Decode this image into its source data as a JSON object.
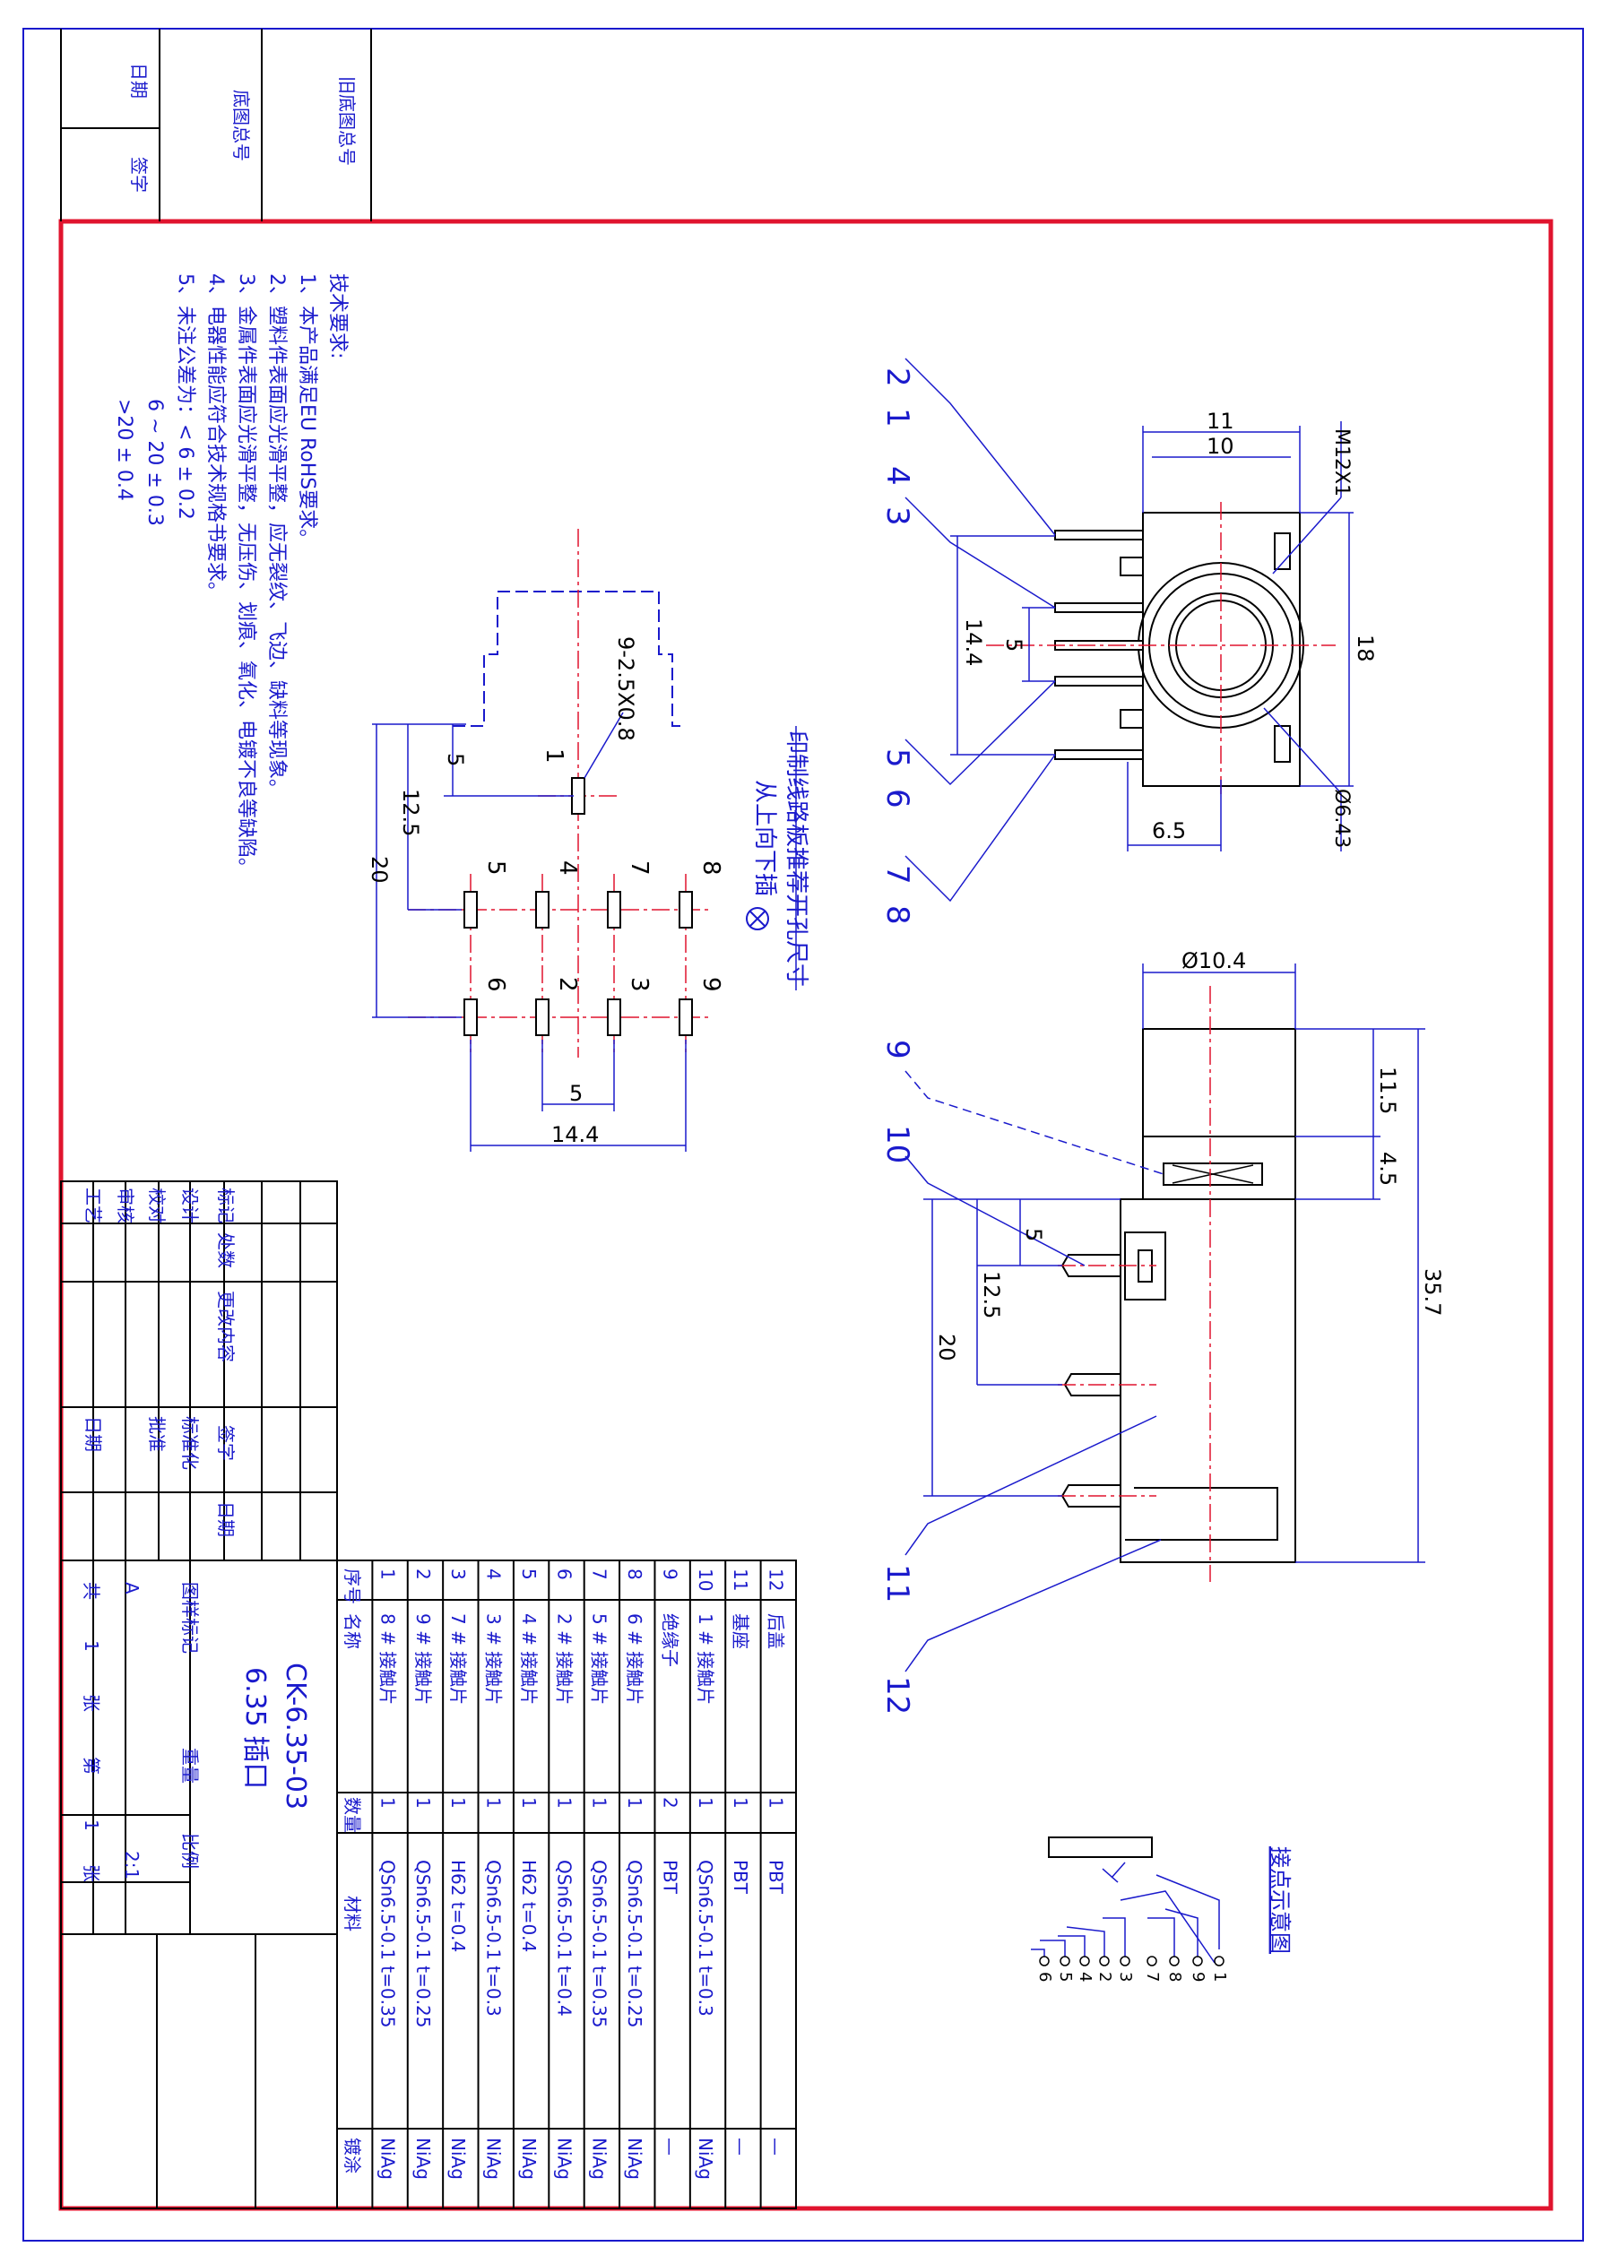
{
  "colors": {
    "frame": "#1a1acc",
    "border": "#e0142e",
    "outline": "#000000",
    "centerline": "#e0142e"
  },
  "top_cells": {
    "old_drawing_no": "旧底图总号",
    "base_drawing_no": "底图总号",
    "date": "日期",
    "signature": "签字"
  },
  "tech_req": {
    "heading": "技术要求:",
    "items": [
      "1、本产品满足EU RoHS要求。",
      "2、塑料件表面应光滑平整，应无裂纹、飞边、缺料等现象。",
      "3、金属件表面应光滑平整，无压伤、划痕、氧化、电镀不良等缺陷。",
      "4、电器性能应符合技术规格书要求。",
      "5、未注公差为：< 6 ± 0.2",
      "6 ~ 20 ± 0.3",
      ">20 ± 0.4"
    ]
  },
  "pcb_view": {
    "caption": "印制线路板推荐开孔尺寸",
    "sub_caption": "从上向下插",
    "hole_spec": "9-2.5X0.8",
    "pins_top_row": [
      "5",
      "4",
      "7",
      "8"
    ],
    "pins_bottom_row": [
      "6",
      "2",
      "3",
      "9"
    ],
    "pin_single": "1",
    "dims": {
      "d5_top": "5",
      "d12_5": "12.5",
      "d20": "20",
      "d5_bottom": "5",
      "d14_4": "14.4"
    }
  },
  "front_view": {
    "dims": {
      "d11": "11",
      "d10": "10",
      "thread": "M12X1",
      "d18": "18",
      "d14_4": "14.4",
      "d5": "5",
      "d6_5": "6.5",
      "dia6_43": "Ø6.43"
    },
    "balloons": [
      "2",
      "1",
      "4",
      "3",
      "5",
      "6",
      "7",
      "8"
    ]
  },
  "side_view": {
    "dims": {
      "dia10_4": "Ø10.4",
      "d11_5": "11.5",
      "d4_5": "4.5",
      "d35_7": "35.7",
      "d5": "5",
      "d12_5": "12.5",
      "d20": "20"
    },
    "balloons": [
      "9",
      "10",
      "11",
      "12"
    ]
  },
  "contact": {
    "title": "接点示意图",
    "pins": [
      "1",
      "9",
      "8",
      "7",
      "3",
      "2",
      "4",
      "5",
      "6"
    ]
  },
  "change_block": {
    "labels": [
      "标记",
      "处数",
      "更改内容",
      "签字",
      "日期"
    ],
    "rows": [
      "设计",
      "校对",
      "审核",
      "工艺"
    ],
    "bottom": [
      "日期",
      "批准",
      "标准化"
    ]
  },
  "title_block": {
    "part_no": "CK-6.35-03",
    "name": "6.35 插口",
    "labels": {
      "sample_mark": "图样标记",
      "weight": "重量",
      "scale": "比例",
      "scale_value": "2:1",
      "mark_value": "A"
    },
    "sheets": {
      "total_label": "共",
      "total": "1",
      "sheet_unit": "张",
      "nth_label": "第",
      "nth": "1"
    }
  },
  "bom": {
    "headers": [
      "序号",
      "名称",
      "数量",
      "材料",
      "镀涂"
    ],
    "rows": [
      [
        "1",
        "8 # 接触片",
        "1",
        "QSn6.5-0.1 t=0.35",
        "NiAg"
      ],
      [
        "2",
        "9 # 接触片",
        "1",
        "QSn6.5-0.1 t=0.25",
        "NiAg"
      ],
      [
        "3",
        "7 # 接触片",
        "1",
        "H62 t=0.4",
        "NiAg"
      ],
      [
        "4",
        "3 # 接触片",
        "1",
        "QSn6.5-0.1 t=0.3",
        "NiAg"
      ],
      [
        "5",
        "4 # 接触片",
        "1",
        "H62 t=0.4",
        "NiAg"
      ],
      [
        "6",
        "2 # 接触片",
        "1",
        "QSn6.5-0.1 t=0.4",
        "NiAg"
      ],
      [
        "7",
        "5 # 接触片",
        "1",
        "QSn6.5-0.1 t=0.35",
        "NiAg"
      ],
      [
        "8",
        "6 # 接触片",
        "1",
        "QSn6.5-0.1 t=0.25",
        "NiAg"
      ],
      [
        "9",
        "绝缘子",
        "2",
        "PBT",
        "—"
      ],
      [
        "10",
        "1 # 接触片",
        "1",
        "QSn6.5-0.1 t=0.3",
        "NiAg"
      ],
      [
        "11",
        "基座",
        "1",
        "PBT",
        "—"
      ],
      [
        "12",
        "后盖",
        "1",
        "PBT",
        "—"
      ]
    ]
  }
}
